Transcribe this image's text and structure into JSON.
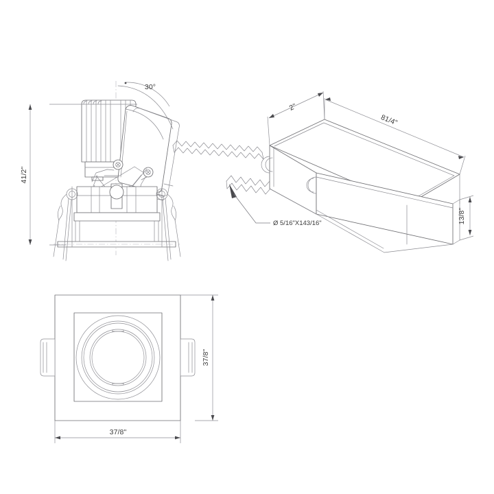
{
  "drawing": {
    "title": "Adjustable Square Recessed Downlight - Dimensional Drawing",
    "background_color": "#ffffff",
    "line_color": "#6e6e72",
    "dimension_color": "#8e8e94",
    "text_color": "#3a3a3a",
    "units": "inches"
  },
  "views": [
    {
      "name": "side-section-view",
      "label": "Side section view of adjustable recessed luminaire with tilted lamp head"
    },
    {
      "name": "junction-box-isometric-view",
      "label": "Isometric view of remote junction box"
    },
    {
      "name": "bottom-plan-view",
      "label": "Bottom plan view of square trim"
    }
  ],
  "dimensions": {
    "side_height": "41/2\"",
    "tilt_angle": "30°",
    "box_width": "2\"",
    "box_length": "81/4\"",
    "box_height": "13/8\"",
    "conduit_note": "Ø 5/16\"X143/16\"",
    "trim_height": "37/8\"",
    "trim_width": "37/8\""
  },
  "annotations": {
    "flex_conduit_callout": "Ø 5/16\"X143/16\""
  }
}
